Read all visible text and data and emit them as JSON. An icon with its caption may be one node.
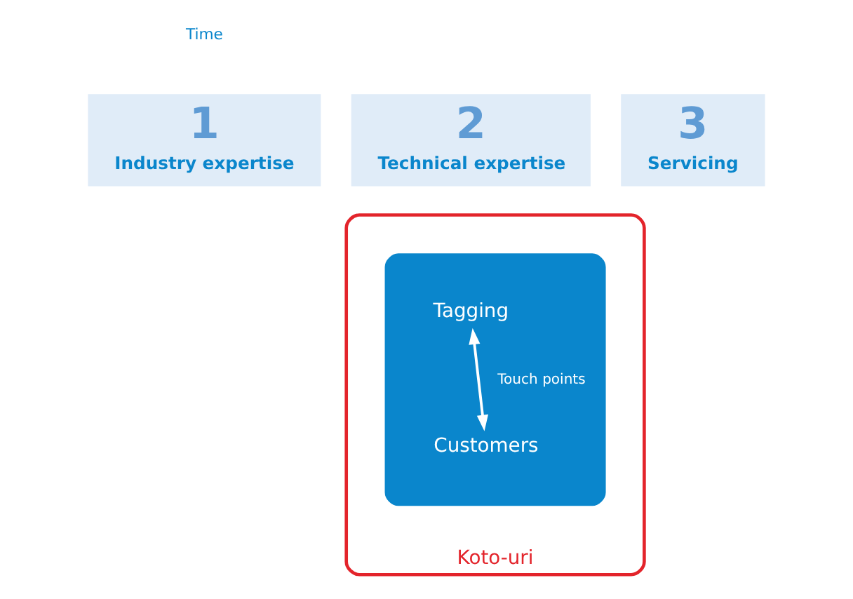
{
  "diagram": {
    "nodes": [
      {
        "text": [
          "Koto-uri"
        ]
      },
      {
        "text": [],
        "shape": "ellipse",
        "in": 0
      },
      {
        "text": [
          "Tagging"
        ],
        "in": 1
      },
      {
        "text": [
          "Customers"
        ],
        "in": 1
      },
      {
        "text": [
          "1",
          "Industry expertise"
        ]
      },
      {
        "text": [
          "2",
          "Technical expertise"
        ]
      },
      {
        "text": [
          "3",
          "Servicing"
        ]
      }
    ],
    "edges": [
      {
        "from": 2,
        "to": 3,
        "arrow": "both",
        "label": "Touch points"
      }
    ],
    "labels": [
      "Time"
    ]
  }
}
